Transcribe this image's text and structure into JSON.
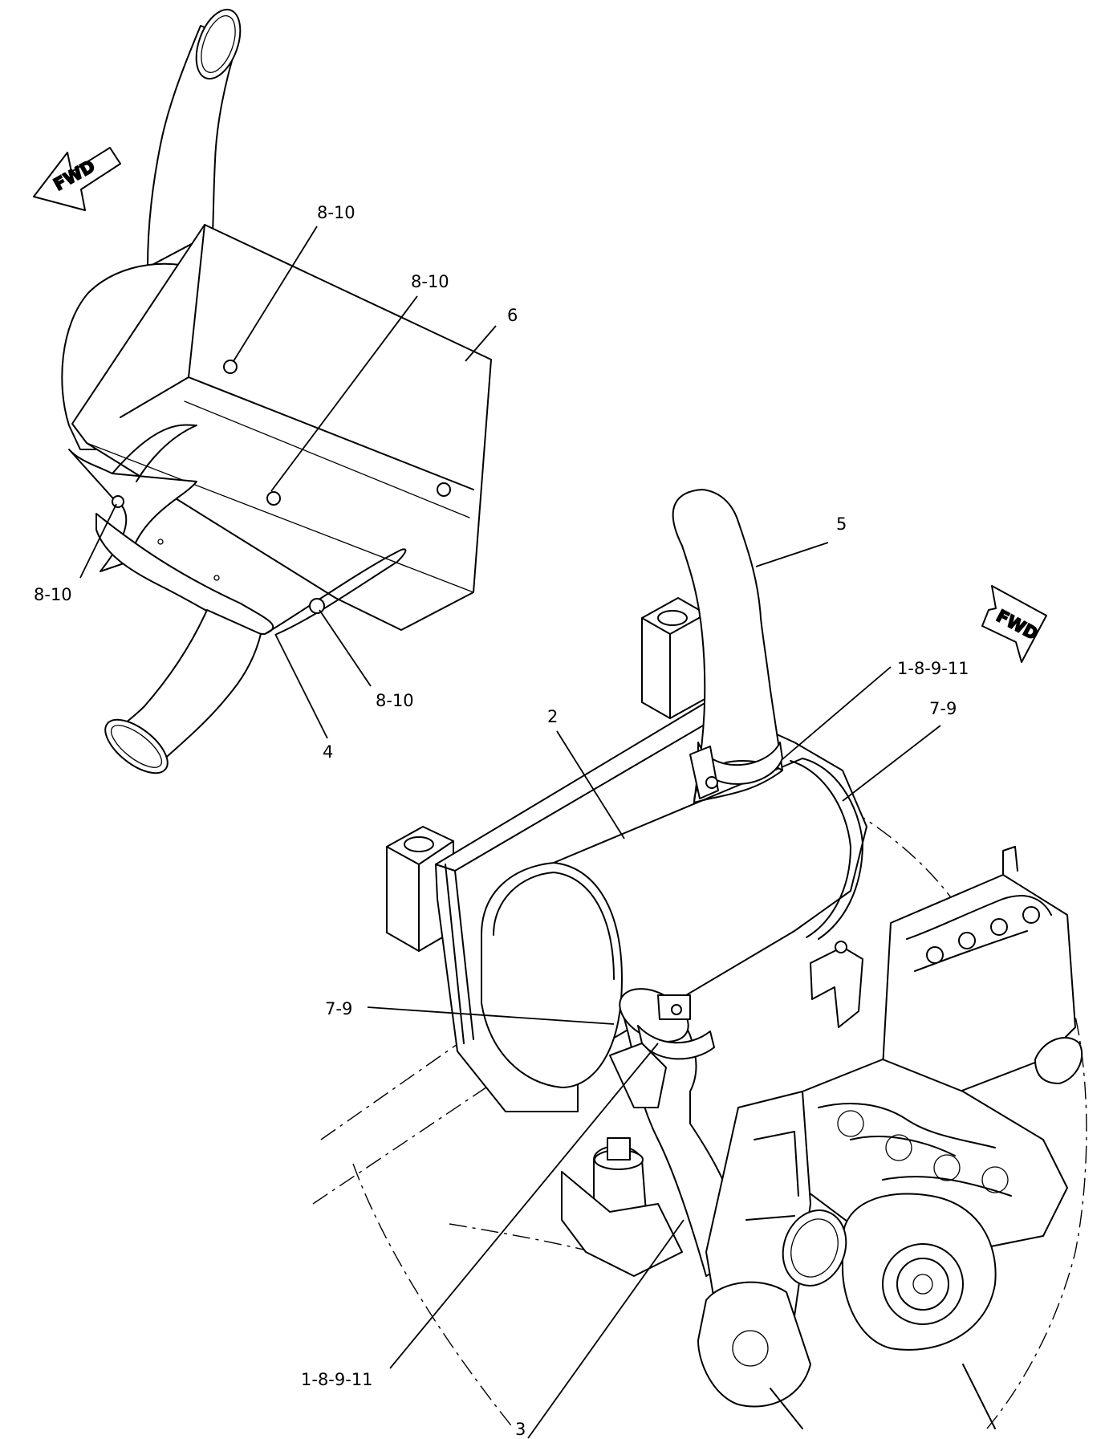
{
  "orientation": {
    "arrow_left": "FWD",
    "arrow_right": "FWD"
  },
  "callouts": {
    "c_8_10_a": "8-10",
    "c_8_10_b": "8-10",
    "c_6": "6",
    "c_8_10_c": "8-10",
    "c_8_10_d": "8-10",
    "c_4": "4",
    "c_5": "5",
    "c_1_8_9_11_a": "1-8-9-11",
    "c_2": "2",
    "c_7_9_a": "7-9",
    "c_7_9_b": "7-9",
    "c_1_8_9_11_b": "1-8-9-11",
    "c_3": "3"
  }
}
